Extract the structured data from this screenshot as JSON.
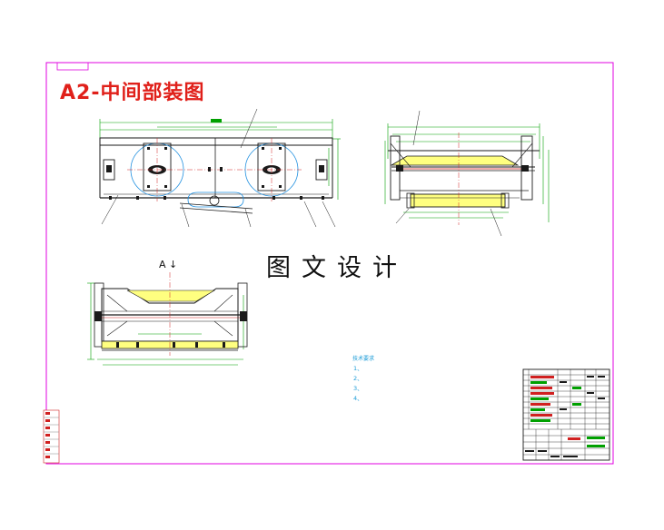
{
  "drawing": {
    "title": "A2-中间部装图",
    "watermark": "图文设计",
    "view_label": "A ↓"
  },
  "tech_requirements": {
    "heading": "技术要求",
    "items": [
      "1、",
      "2、",
      "3、",
      "4、"
    ]
  },
  "colors": {
    "border": "#e000e0",
    "title": "#e0201a",
    "geometry": "#1a1a1a",
    "dimension": "#00a000",
    "centerline": "#d02020",
    "hidden": "#2090e0",
    "notes": "#1a9bd7",
    "highlight": "#ffff80"
  }
}
